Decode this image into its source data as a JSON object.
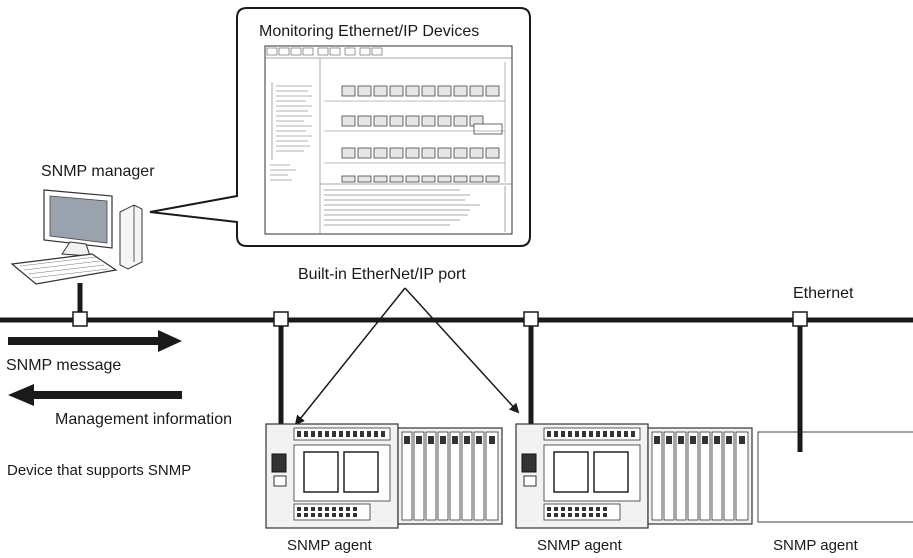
{
  "labels": {
    "callout_title": "Monitoring Ethernet/IP Devices",
    "snmp_manager": "SNMP manager",
    "builtin_port": "Built-in EtherNet/IP port",
    "ethernet": "Ethernet",
    "snmp_message": "SNMP message",
    "management_info": "Management information",
    "device_supports": "Device that supports SNMP",
    "agent_1": "SNMP agent",
    "agent_2": "SNMP agent",
    "agent_3": "SNMP agent"
  },
  "colors": {
    "line": "#1a1a1a",
    "screen": "#9aa3ad",
    "device_fill": "#f2f2f2"
  }
}
